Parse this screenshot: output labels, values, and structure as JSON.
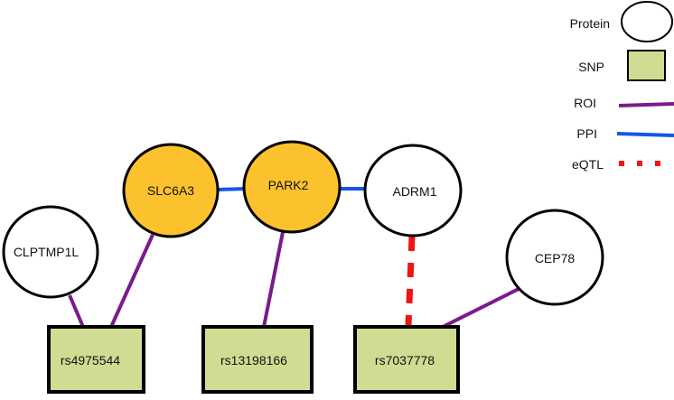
{
  "colors": {
    "protein_fill": "#ffffff",
    "highlight_fill": "#fcc22e",
    "snp_fill": "#d0dc92",
    "roi": "#7a1a8c",
    "ppi": "#1555e8",
    "eqtl": "#f01414"
  },
  "legend": {
    "protein": "Protein",
    "snp": "SNP",
    "roi": "ROI",
    "ppi": "PPI",
    "eqtl": "eQTL"
  },
  "nodes": {
    "slc6a3": {
      "label": "SLC6A3",
      "type": "protein",
      "highlighted": true
    },
    "park2": {
      "label": "PARK2",
      "type": "protein",
      "highlighted": true
    },
    "adrm1": {
      "label": "ADRM1",
      "type": "protein",
      "highlighted": false
    },
    "clptmp1l": {
      "label": "CLPTMP1L",
      "type": "protein",
      "highlighted": false
    },
    "cep78": {
      "label": "CEP78",
      "type": "protein",
      "highlighted": false
    },
    "rs4975544": {
      "label": "rs4975544",
      "type": "snp"
    },
    "rs13198166": {
      "label": "rs13198166",
      "type": "snp"
    },
    "rs7037778": {
      "label": "rs7037778",
      "type": "snp"
    }
  },
  "edges": [
    {
      "from": "SLC6A3",
      "to": "PARK2",
      "type": "PPI"
    },
    {
      "from": "PARK2",
      "to": "ADRM1",
      "type": "PPI"
    },
    {
      "from": "CLPTMP1L",
      "to": "rs4975544",
      "type": "ROI"
    },
    {
      "from": "SLC6A3",
      "to": "rs4975544",
      "type": "ROI"
    },
    {
      "from": "PARK2",
      "to": "rs13198166",
      "type": "ROI"
    },
    {
      "from": "ADRM1",
      "to": "rs7037778",
      "type": "eQTL"
    },
    {
      "from": "CEP78",
      "to": "rs7037778",
      "type": "ROI"
    }
  ]
}
